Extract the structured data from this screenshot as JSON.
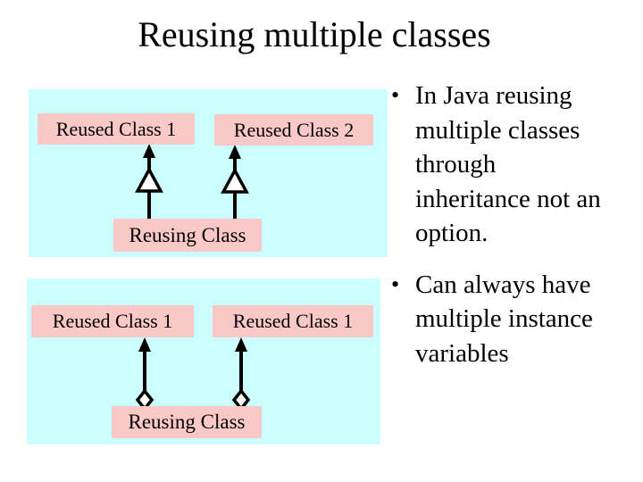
{
  "slide": {
    "title": "Reusing multiple classes"
  },
  "colors": {
    "background": "#FFFFFF",
    "panel_bg": "#CCFFFF",
    "box_bg": "#FBC8C8",
    "text": "#000000",
    "connector": "#000000"
  },
  "diagram_inheritance": {
    "connector_type": "inheritance-hollow-triangle",
    "boxes": [
      {
        "label": "Reused Class 1"
      },
      {
        "label": "Reused Class 2"
      },
      {
        "label": "Reusing Class"
      }
    ]
  },
  "diagram_composition": {
    "connector_type": "aggregation-hollow-diamond",
    "boxes": [
      {
        "label": "Reused Class 1"
      },
      {
        "label": "Reused Class 1"
      },
      {
        "label": "Reusing Class"
      }
    ]
  },
  "bullets": [
    {
      "marker": "•",
      "lines": [
        "In Java reusing",
        "multiple classes",
        "through",
        "inheritance not an",
        "option."
      ]
    },
    {
      "marker": "•",
      "lines": [
        "Can always have",
        "multiple instance",
        "variables"
      ]
    }
  ]
}
